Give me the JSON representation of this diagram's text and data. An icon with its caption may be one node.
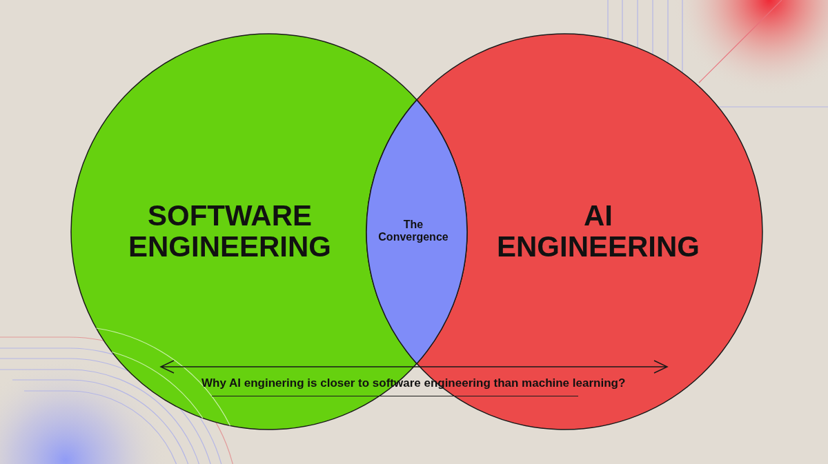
{
  "diagram": {
    "nodes": [
      {
        "text": [
          "SOFTWARE ENGINEERING"
        ]
      },
      {
        "text": [
          "AI ENGINEERING"
        ]
      },
      {
        "text": [
          "The Convergence"
        ]
      }
    ],
    "edges": [
      {
        "from": 0,
        "to": 1,
        "arrow": "both"
      }
    ],
    "labels": [
      "Why AI enginering is closer to software engineering than machine learning?"
    ]
  }
}
